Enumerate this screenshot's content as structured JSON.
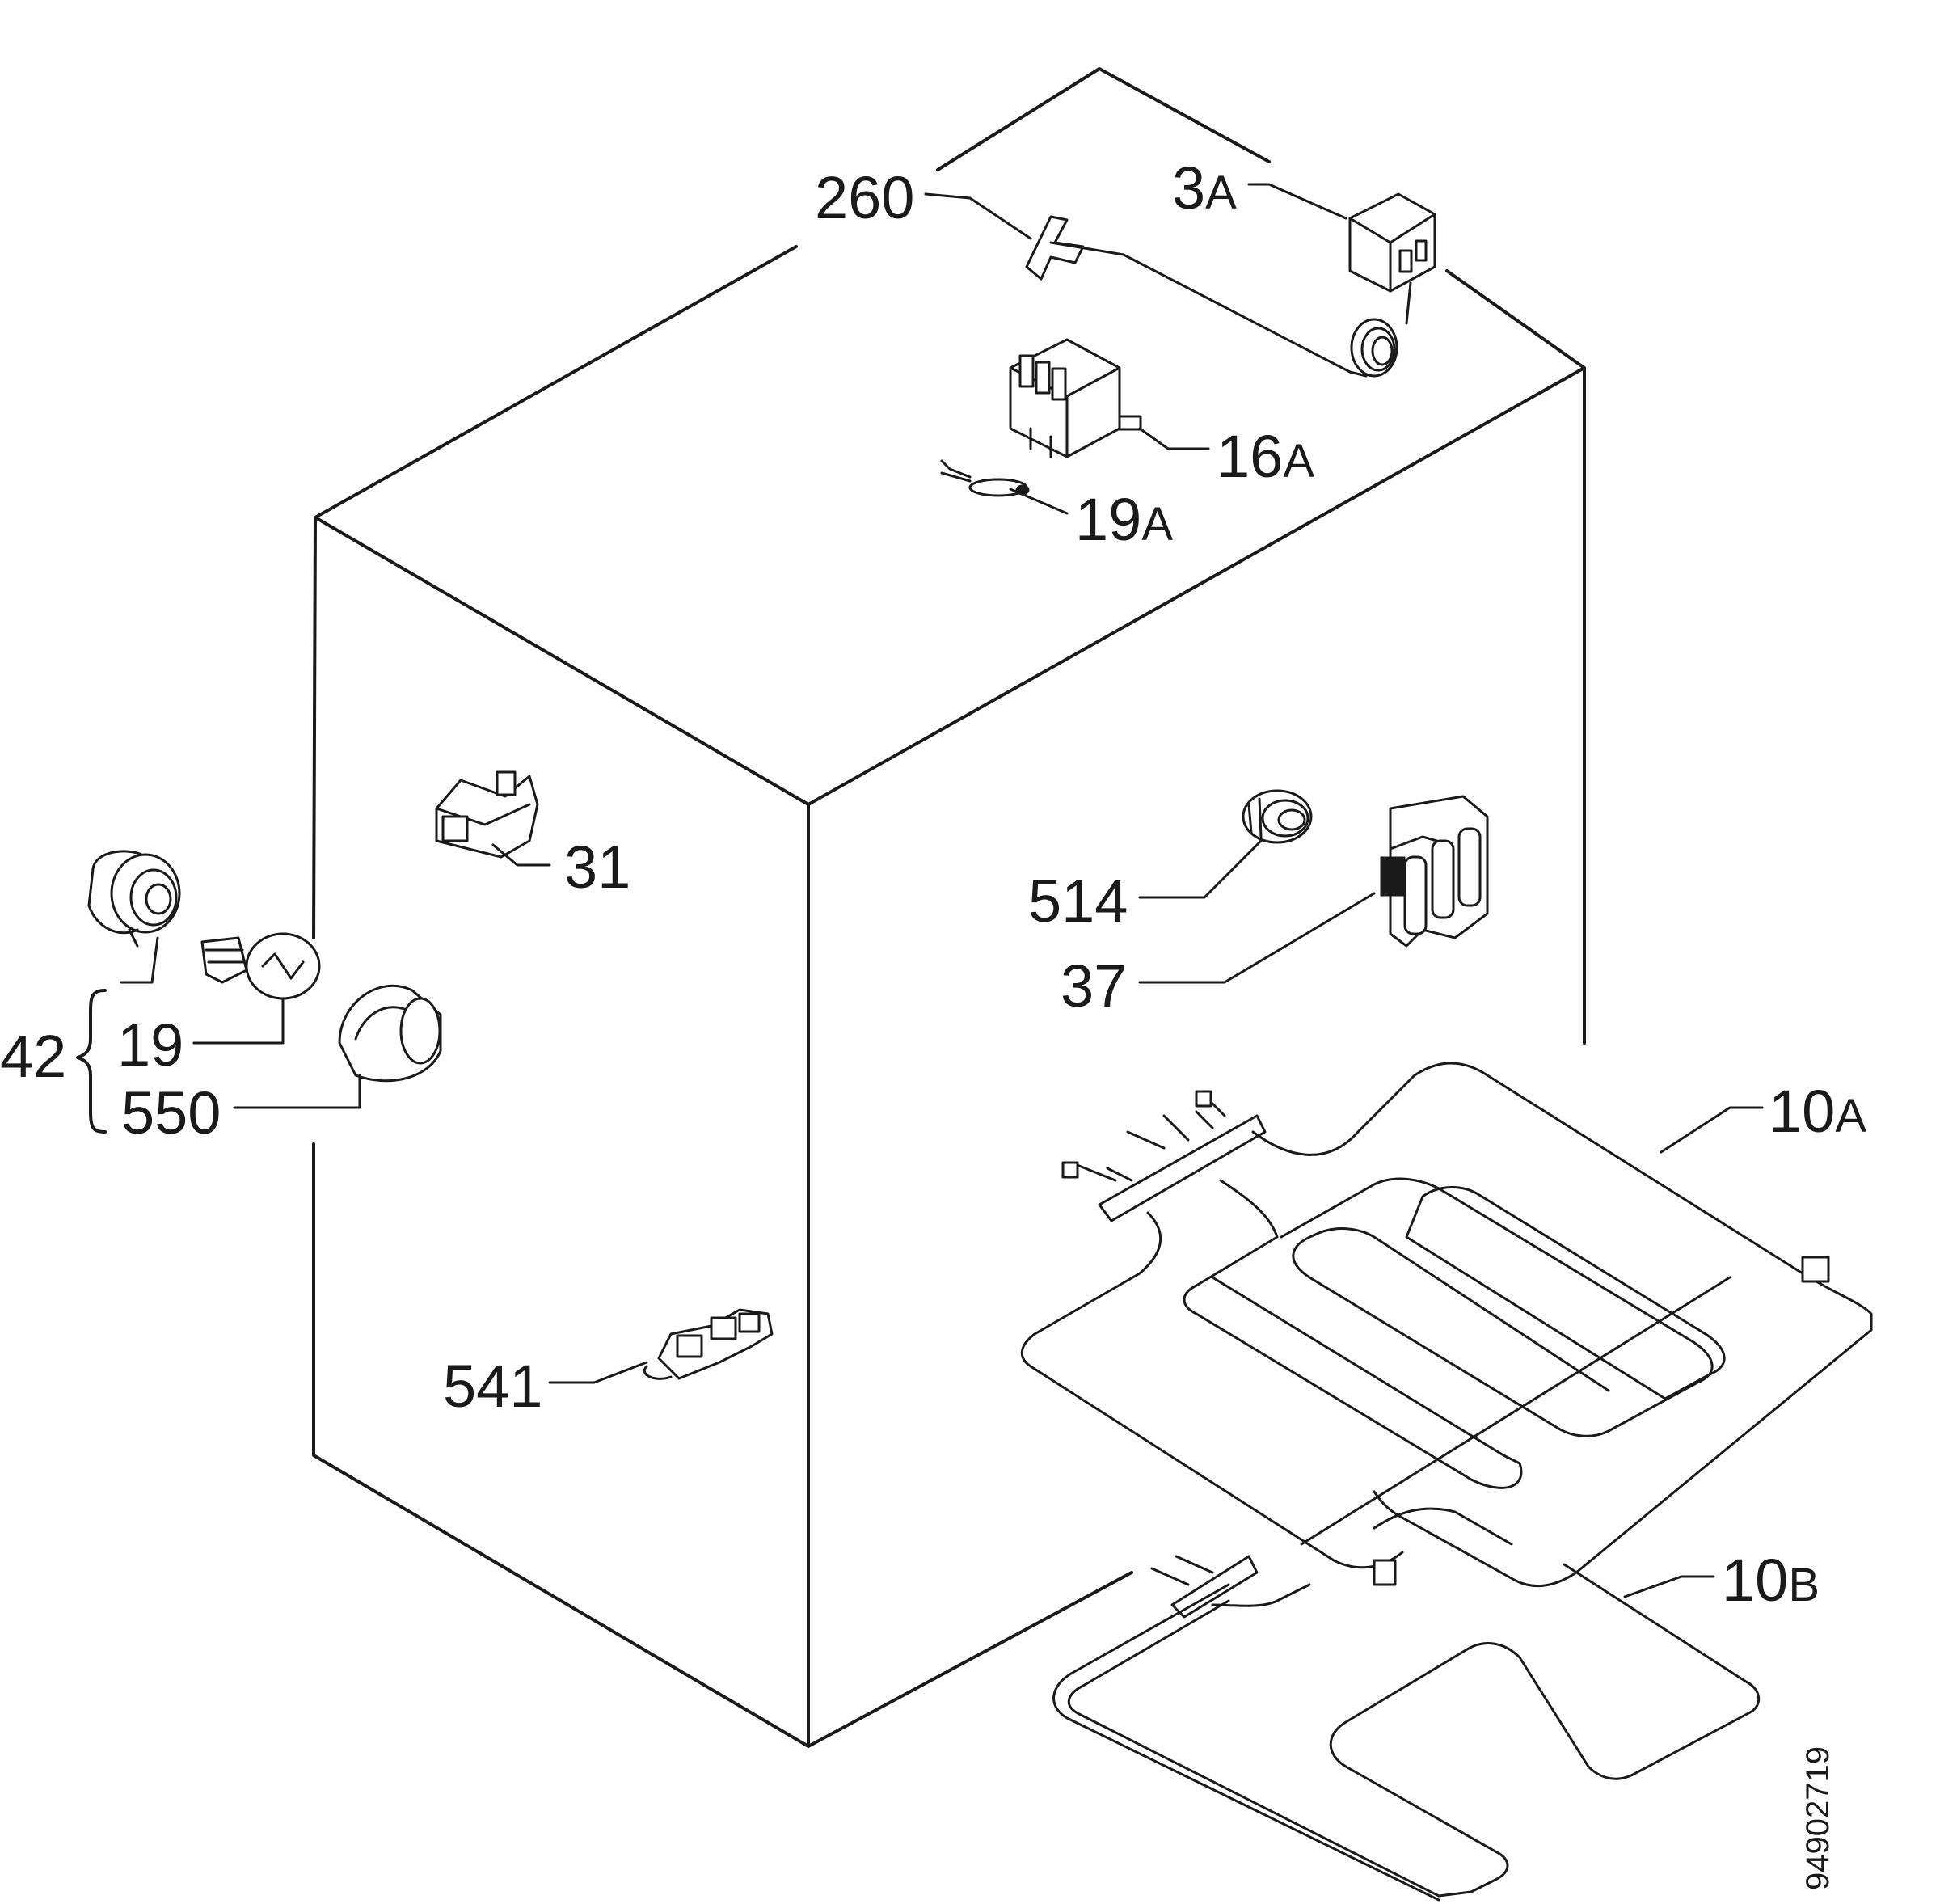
{
  "labels": {
    "p260": "260",
    "p3a_num": "3",
    "p3a_suf": "A",
    "p16a_num": "16",
    "p16a_suf": "A",
    "p19a_num": "19",
    "p19a_suf": "A",
    "p31": "31",
    "p514": "514",
    "p37": "37",
    "p42": "42",
    "p19": "19",
    "p550": "550",
    "p541": "541",
    "p10a_num": "10",
    "p10a_suf": "A",
    "p10b_num": "10",
    "p10b_suf": "B"
  },
  "drawing_code": "94902719"
}
